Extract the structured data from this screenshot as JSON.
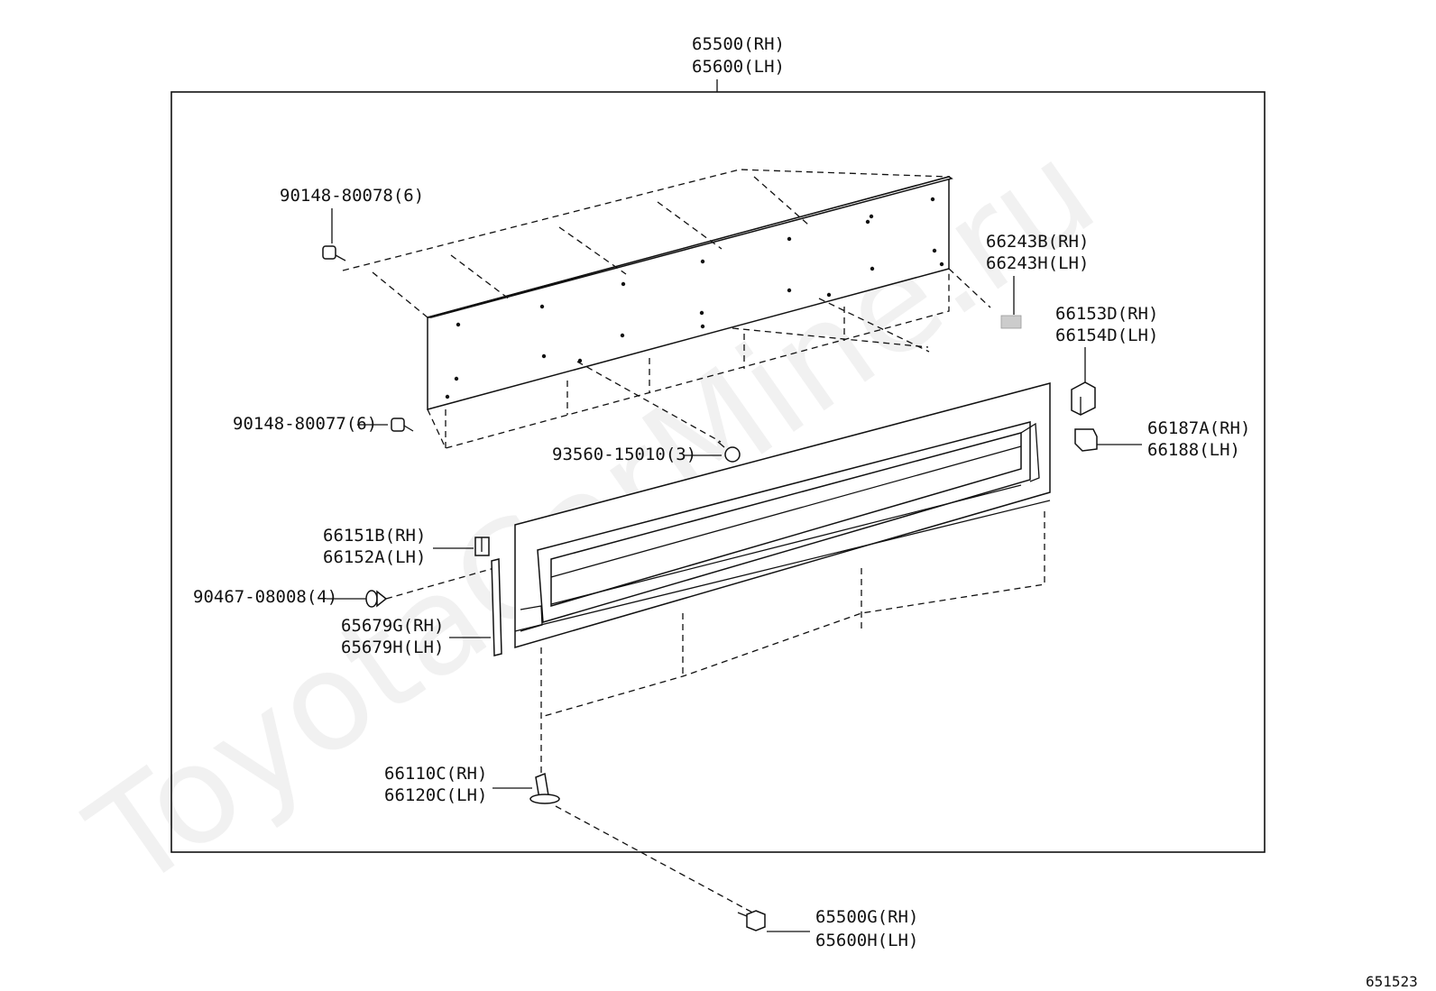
{
  "watermark": "ToyotaCarMine.ru",
  "diagram_id": "651523",
  "callouts": {
    "panel_rh": "65500(RH)",
    "panel_lh": "65600(LH)",
    "screw_upper": "90148-80078(6)",
    "screw_lower": "90148-80077(6)",
    "screw_center": "93560-15010(3)",
    "pad_rh": "66243B(RH)",
    "pad_lh": "66243H(LH)",
    "clip_upper_rh": "66153D(RH)",
    "clip_upper_lh": "66154D(LH)",
    "clip_side_rh": "66187A(RH)",
    "clip_side_lh": "66188(LH)",
    "clip_left_rh": "66151B(RH)",
    "clip_left_lh": "66152A(LH)",
    "rivet": "90467-08008(4)",
    "strip_rh": "65679G(RH)",
    "strip_lh": "65679H(LH)",
    "hinge_rh": "66110C(RH)",
    "hinge_lh": "66120C(LH)",
    "bolt_rh": "65500G(RH)",
    "bolt_lh": "65600H(LH)"
  }
}
